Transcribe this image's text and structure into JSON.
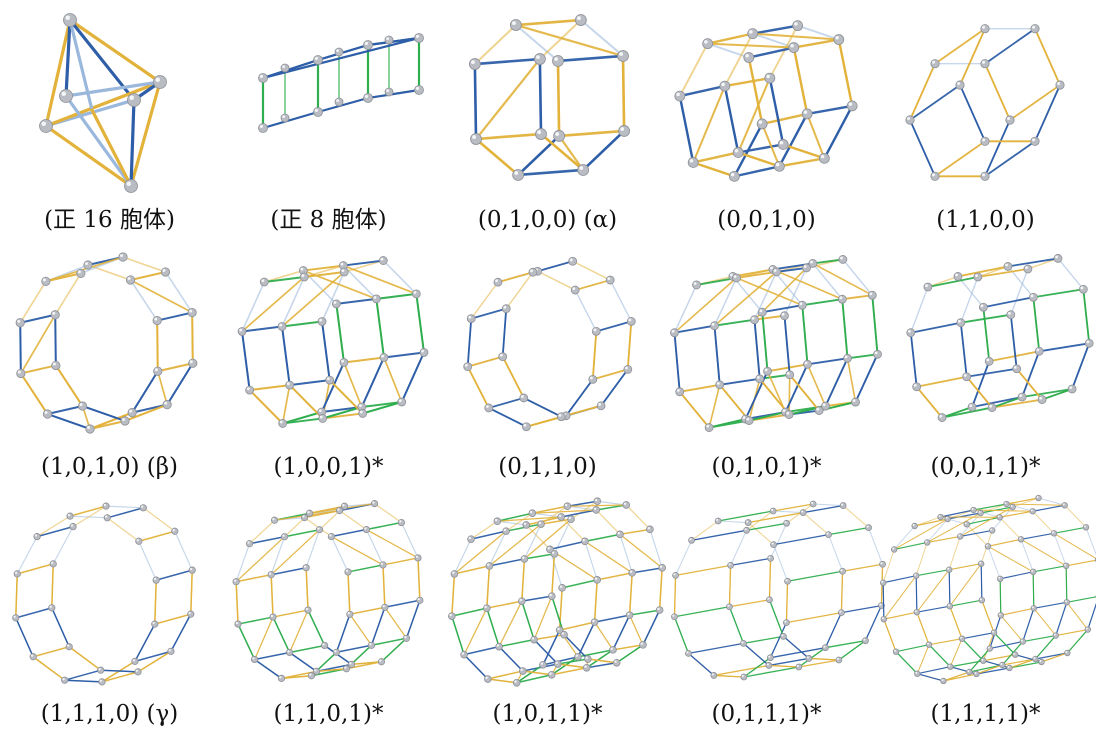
{
  "colors": {
    "gold": "#e2b23a",
    "blue": "#2e5ea8",
    "lightblue": "#9ab7dc",
    "green": "#2fae4f",
    "node": "#b9bcc2"
  },
  "rows": [
    [
      {
        "caption": "(正 16 胞体)",
        "shape": "cross-polytope",
        "colors": [
          "gold",
          "blue"
        ]
      },
      {
        "caption": "(正 8 胞体)",
        "shape": "tesseract",
        "colors": [
          "blue",
          "green"
        ]
      },
      {
        "caption": "(0,1,0,0) (α)",
        "shape": "rectified",
        "colors": [
          "gold",
          "blue"
        ]
      },
      {
        "caption": "(0,0,1,0)",
        "shape": "birectified",
        "colors": [
          "gold",
          "blue"
        ]
      },
      {
        "caption": "(1,1,0,0)",
        "shape": "truncated",
        "colors": [
          "gold",
          "blue"
        ]
      }
    ],
    [
      {
        "caption": "(1,0,1,0) (β)",
        "shape": "cantellated",
        "colors": [
          "gold",
          "blue"
        ]
      },
      {
        "caption": "(1,0,0,1)*",
        "shape": "runcinated",
        "colors": [
          "gold",
          "blue",
          "green"
        ]
      },
      {
        "caption": "(0,1,1,0)",
        "shape": "bitruncated",
        "colors": [
          "gold",
          "blue"
        ]
      },
      {
        "caption": "(0,1,0,1)*",
        "shape": "cantellated-dual",
        "colors": [
          "gold",
          "blue",
          "green"
        ]
      },
      {
        "caption": "(0,0,1,1)*",
        "shape": "truncated-dual",
        "colors": [
          "gold",
          "blue",
          "green"
        ]
      }
    ],
    [
      {
        "caption": "(1,1,1,0) (γ)",
        "shape": "cantitruncated",
        "colors": [
          "gold",
          "blue"
        ]
      },
      {
        "caption": "(1,1,0,1)*",
        "shape": "runcitruncated",
        "colors": [
          "gold",
          "blue",
          "green"
        ]
      },
      {
        "caption": "(1,0,1,1)*",
        "shape": "runcitruncated-dual",
        "colors": [
          "gold",
          "blue",
          "green"
        ]
      },
      {
        "caption": "(0,1,1,1)*",
        "shape": "cantitruncated-dual",
        "colors": [
          "gold",
          "blue",
          "green"
        ]
      },
      {
        "caption": "(1,1,1,1)*",
        "shape": "omnitruncated",
        "colors": [
          "gold",
          "blue",
          "green"
        ]
      }
    ]
  ]
}
